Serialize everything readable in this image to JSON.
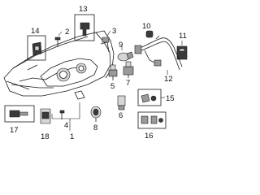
{
  "callouts": {
    "c1": "1",
    "c2": "2",
    "c3": "3",
    "c4": "4",
    "c5": "5",
    "c6": "6",
    "c7": "7",
    "c8": "8",
    "c9": "9",
    "c10": "10",
    "c11": "11",
    "c12": "12",
    "c13": "13",
    "c14": "14",
    "c15": "15",
    "c16": "16",
    "c17": "17",
    "c18": "18"
  },
  "colors": {
    "line": "#1a1a1a",
    "dark_fill": "#3a3a3a",
    "mid_fill": "#9a9a9a",
    "light_fill": "#d6d6d6",
    "background": "#ffffff"
  }
}
